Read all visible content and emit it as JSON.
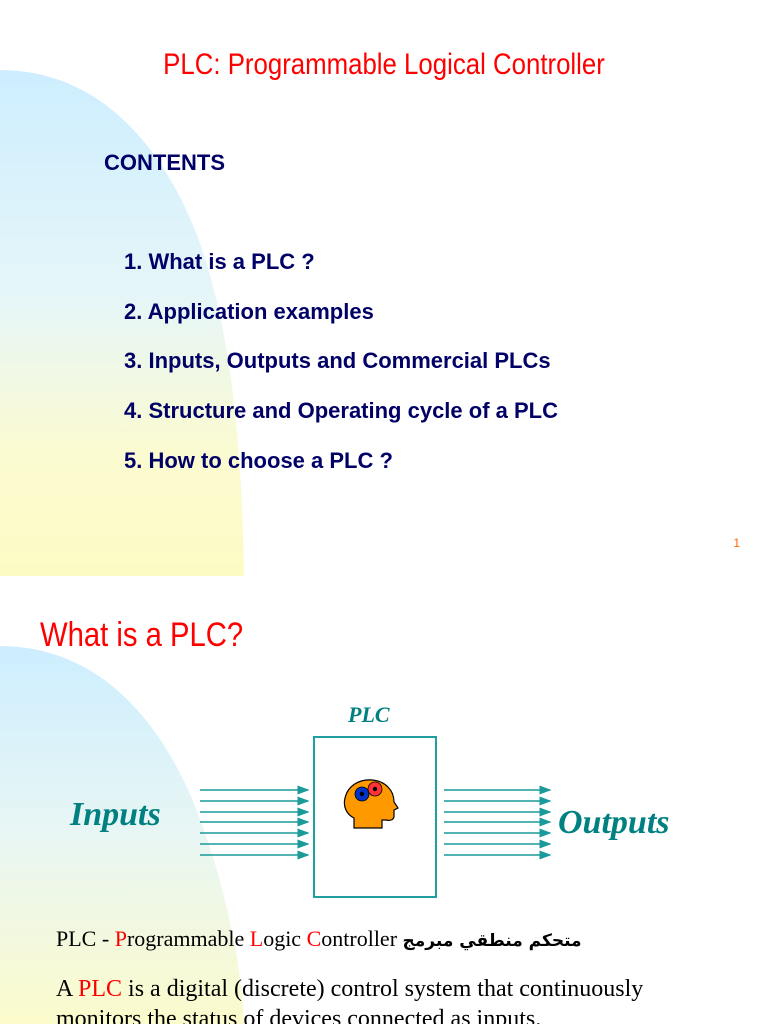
{
  "slide1": {
    "title": "PLC: Programmable Logical Controller",
    "contents_heading": "CONTENTS",
    "toc": [
      "1. What is a PLC ?",
      "2. Application examples",
      "3. Inputs, Outputs and Commercial PLCs",
      "4. Structure and Operating cycle of a PLC",
      "5. How to choose a PLC ?"
    ],
    "page_number": "1"
  },
  "slide2": {
    "title": "What is a PLC?",
    "diagram": {
      "box_label": "PLC",
      "inputs_label": "Inputs",
      "outputs_label": "Outputs",
      "head_icon": "brain-gears-icon"
    },
    "definition": {
      "prefix": "PLC - ",
      "p": "P",
      "p_rest": "rogrammable ",
      "l": "L",
      "l_rest": "ogic ",
      "c": "C",
      "c_rest": "ontroller ",
      "arabic": "متحكم منطقي مبرمج"
    },
    "paragraph": {
      "a": "A ",
      "plc": "PLC",
      "rest": " is a digital (discrete) control system that continuously monitors the status of devices connected as inputs."
    }
  },
  "colors": {
    "title_red": "#ff0000",
    "navy_text": "#000066",
    "teal": "#008080",
    "arrow_teal": "#1a9a9a",
    "page_num_orange": "#ff6600"
  }
}
